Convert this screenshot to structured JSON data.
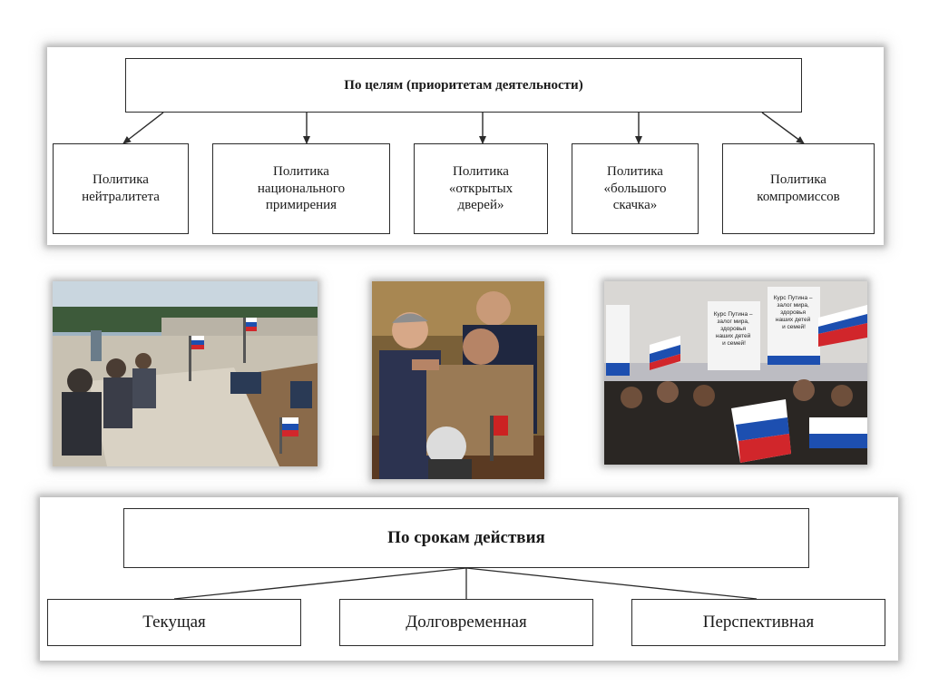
{
  "top_diagram": {
    "title": "По целям (приоритетам деятельности)",
    "items": [
      {
        "line1": "Политика",
        "line2": "нейтралитета",
        "line3": ""
      },
      {
        "line1": "Политика",
        "line2": "национального",
        "line3": "примирения"
      },
      {
        "line1": "Политика",
        "line2": "«открытых",
        "line3": "дверей»"
      },
      {
        "line1": "Политика",
        "line2": "«большого",
        "line3": "скачка»"
      },
      {
        "line1": "Политика",
        "line2": "компромиссов",
        "line3": ""
      }
    ]
  },
  "photos": [
    {
      "name": "conference-meeting-photo"
    },
    {
      "name": "parliament-fight-photo"
    },
    {
      "name": "street-rally-photo",
      "sign1": "Курс Путина – залог мира, здоровья наших детей и семей!",
      "sign2": "Курс Путина – залог мира, здоровья наших детей и семей!"
    }
  ],
  "bottom_diagram": {
    "title": "По срокам действия",
    "items": [
      "Текущая",
      "Долговременная",
      "Перспективная"
    ]
  },
  "colors": {
    "border": "#2b2b2b",
    "flag_white": "#ffffff",
    "flag_blue": "#1d4fb0",
    "flag_red": "#d1262b"
  }
}
